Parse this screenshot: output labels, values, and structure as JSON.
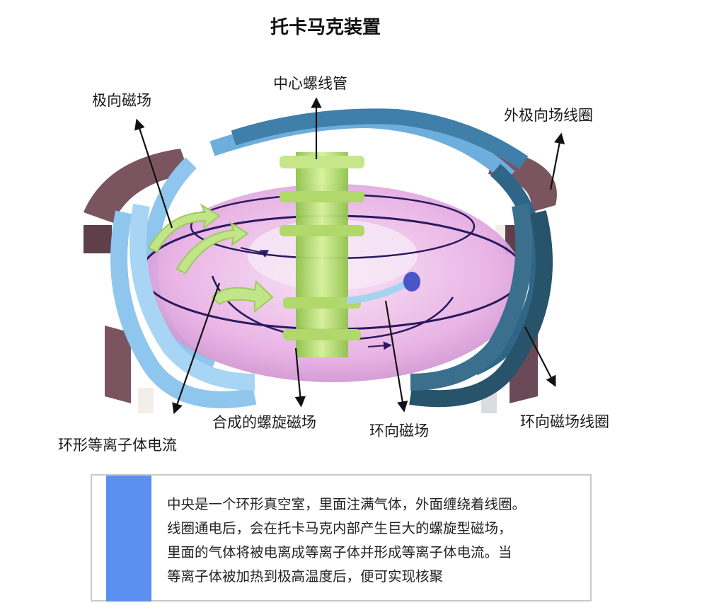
{
  "title": "托卡马克装置",
  "labels": {
    "central_solenoid": "中心螺线管",
    "poloidal_field": "极向磁场",
    "outer_poloidal_coil": "外极向场线圈",
    "toroidal_coil": "环向磁场线圈",
    "toroidal_field": "环向磁场",
    "helical_field": "合成的螺旋磁场",
    "plasma_current": "环形等离子体电流"
  },
  "note": {
    "lines": [
      "中央是一个环形真空室，里面注满气体，外面缠绕着线圈。",
      "线圈通电后，会在托卡马克内部产生巨大的螺旋型磁场，",
      "里面的气体将被电离成等离子体并形成等离子体电流。当",
      "等离子体被加热到极高温度后，便可实现核聚"
    ],
    "accent_color": "#5b8ff0"
  },
  "colors": {
    "torus": "#e9b3e6",
    "coil_light": "#7db9e6",
    "coil_dark": "#27536b",
    "outer_coil": "#7a5560",
    "solenoid": "#b5dc6a",
    "field_line": "#2a1a5e"
  }
}
